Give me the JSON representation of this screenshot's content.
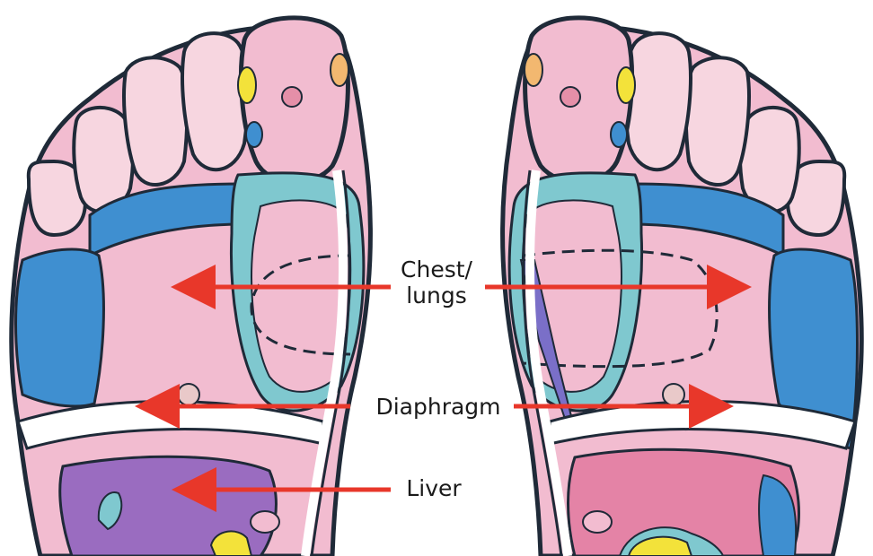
{
  "labels": {
    "chest_line1": "Chest/",
    "chest_line2": "lungs",
    "diaphragm": "Diaphragm",
    "liver": "Liver"
  },
  "colors": {
    "outline": "#1f2a38",
    "pink": "#f2bcd0",
    "light_pink": "#f7d6e0",
    "blue": "#3f8fd0",
    "teal": "#7fc8cf",
    "purple": "#9a6cc0",
    "yellow": "#f3e23a",
    "orange": "#f2b870",
    "arrow": "#e8372a"
  }
}
